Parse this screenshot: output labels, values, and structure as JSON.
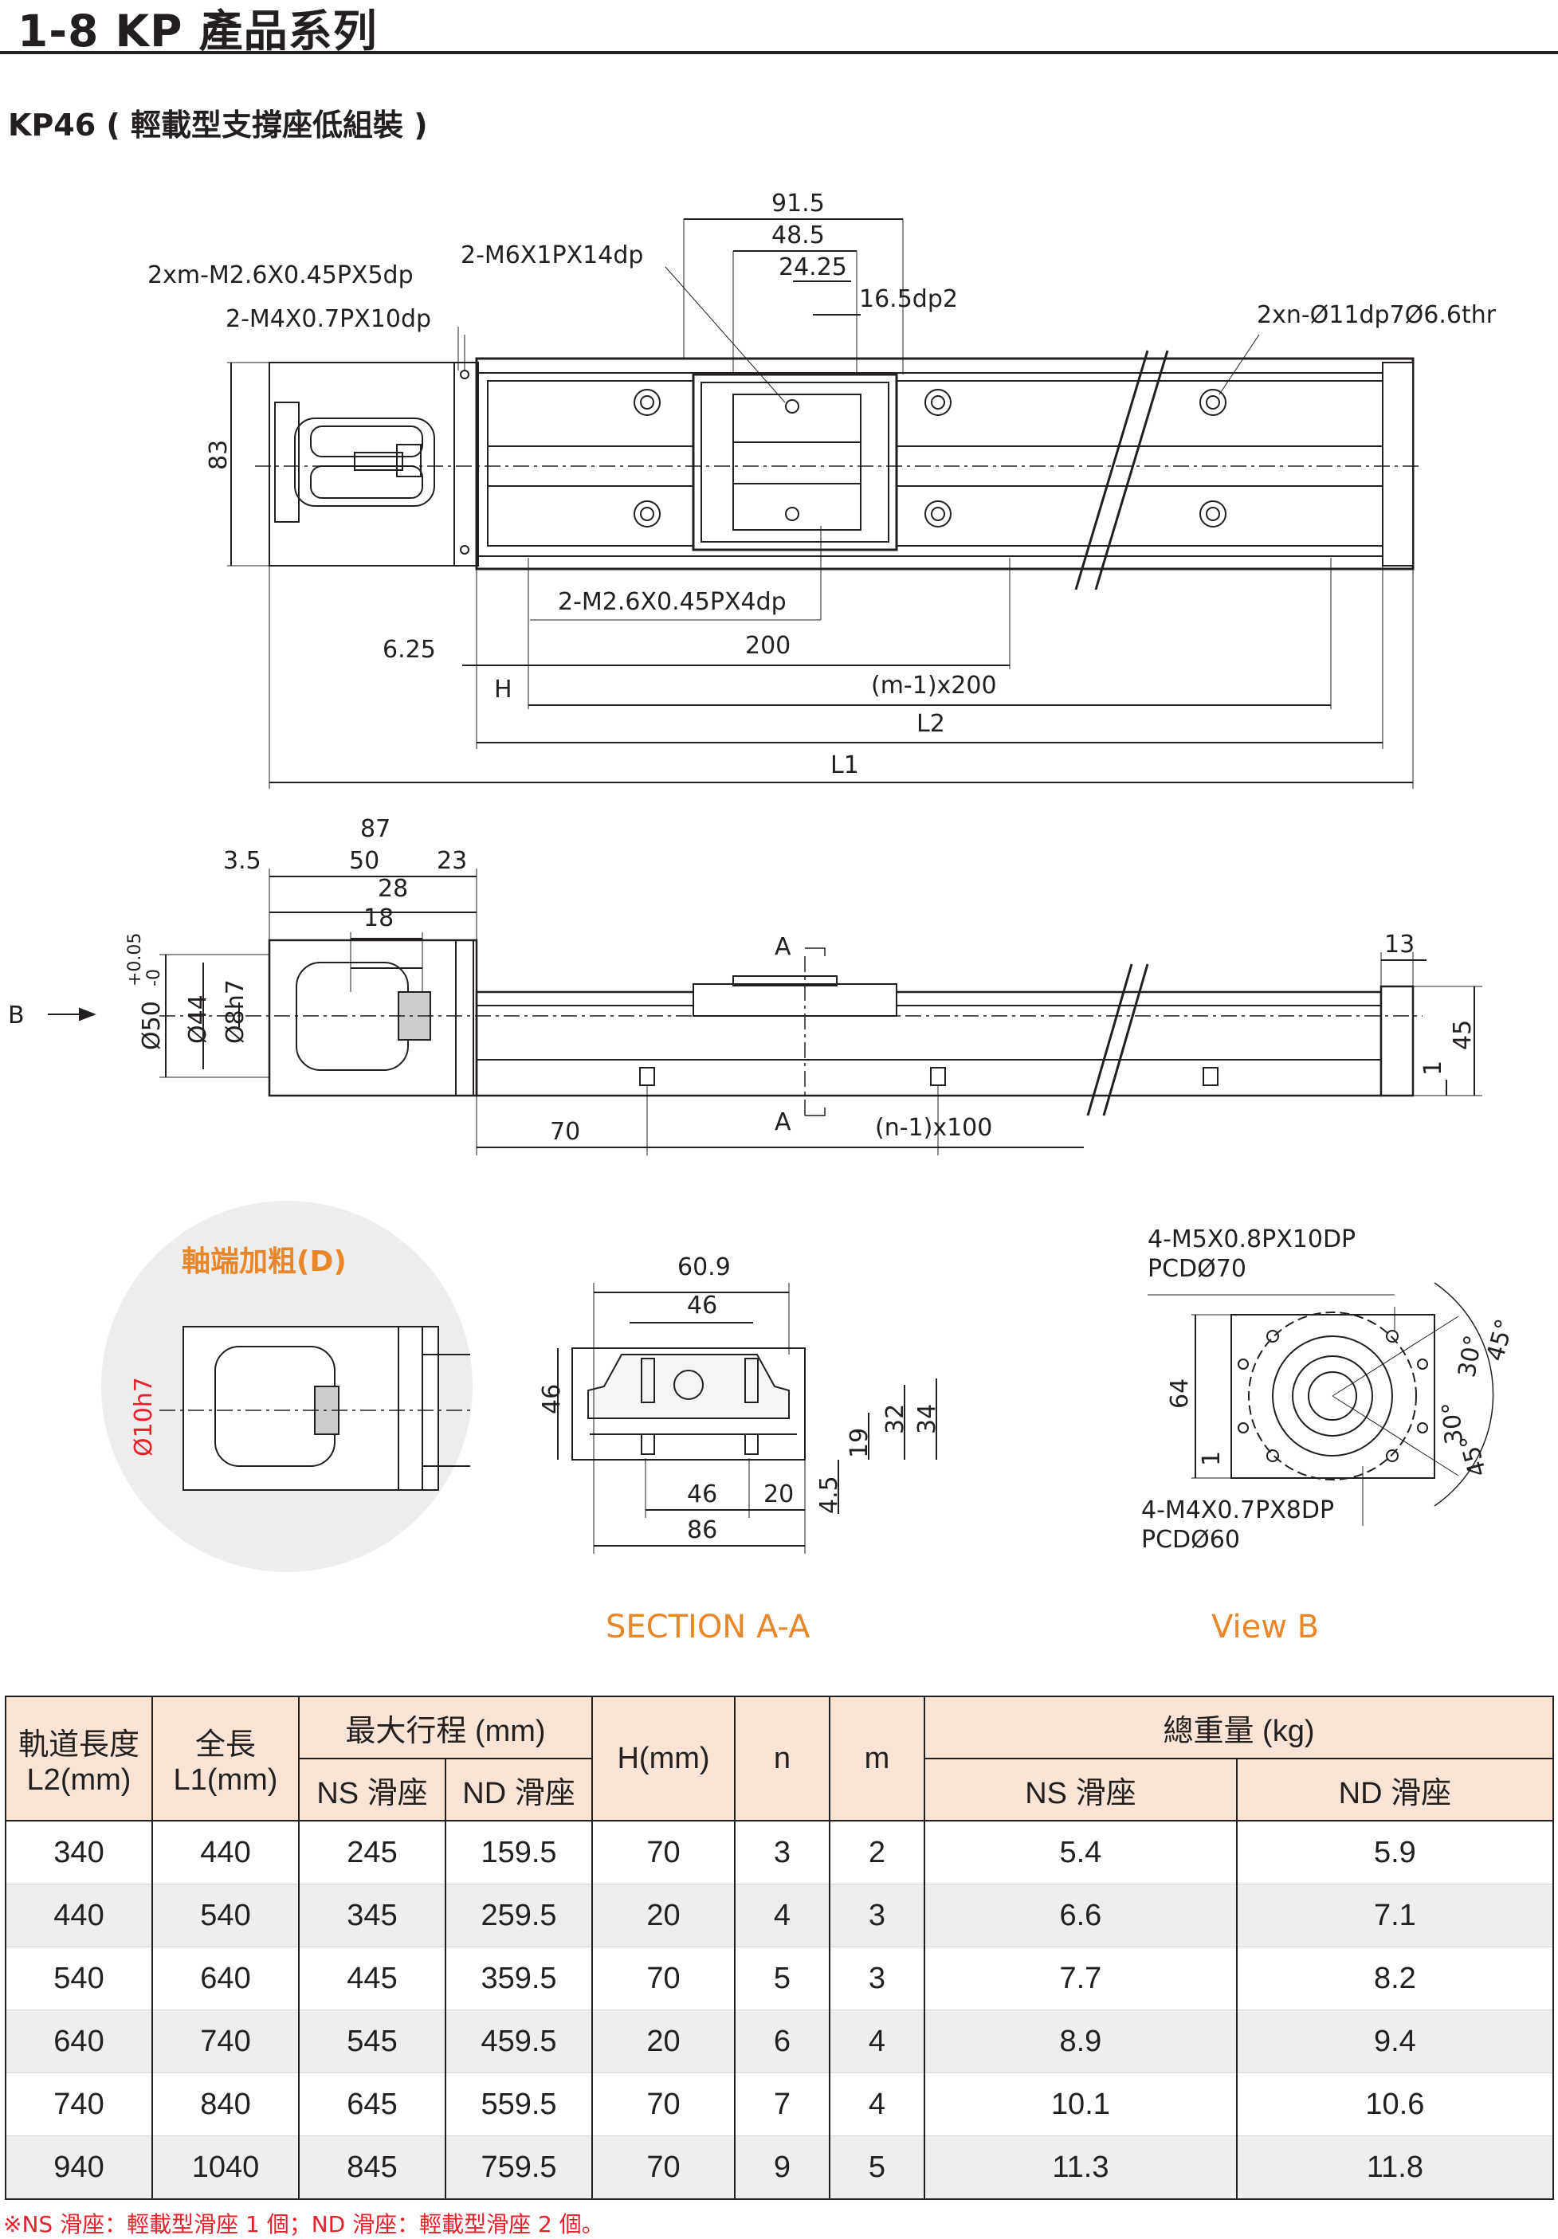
{
  "header": {
    "title": "1-8 KP 產品系列",
    "subtitle": "KP46 ( 輕載型支撐座低組裝 )"
  },
  "top_view": {
    "callouts": [
      "2xm-M2.6X0.45PX5dp",
      "2-M4X0.7PX10dp",
      "2-M6X1PX14dp",
      "2xn-Ø11dp7Ø6.6thr",
      "2-M2.6X0.45PX4dp"
    ],
    "dims": [
      "91.5",
      "48.5",
      "24.25",
      "16.5dp2",
      "83",
      "6.25",
      "200",
      "H",
      "(m-1)x200",
      "L2",
      "L1"
    ]
  },
  "side_view": {
    "dims": [
      "87",
      "3.5",
      "50",
      "23",
      "28",
      "18",
      "13",
      "45",
      "1",
      "70",
      "(n-1)x100"
    ],
    "diameters": [
      "Ø50",
      "+0.05",
      "-0",
      "Ø44",
      "Ø8h7"
    ],
    "markers": [
      "A",
      "A",
      "B"
    ]
  },
  "detail_d": {
    "title": "軸端加粗(D)",
    "dim": "Ø10h7"
  },
  "section_aa": {
    "caption": "SECTION A-A",
    "dims": [
      "60.9",
      "46",
      "46",
      "19",
      "32",
      "34",
      "46",
      "20",
      "4.5",
      "86"
    ]
  },
  "view_b": {
    "caption": "View B",
    "callout_top": [
      "4-M5X0.8PX10DP",
      "PCDØ70"
    ],
    "callout_bottom": [
      "4-M4X0.7PX8DP",
      "PCDØ60"
    ],
    "dims": [
      "64",
      "1",
      "45°",
      "30°",
      "30°",
      "45°"
    ]
  },
  "table": {
    "headers": {
      "rail_length": [
        "軌道長度",
        "L2(mm)"
      ],
      "total_length": [
        "全長",
        "L1(mm)"
      ],
      "max_stroke": "最大行程 (mm)",
      "h": "H(mm)",
      "n": "n",
      "m": "m",
      "weight": "總重量 (kg)",
      "ns": "NS 滑座",
      "nd": "ND 滑座"
    },
    "rows": [
      [
        "340",
        "440",
        "245",
        "159.5",
        "70",
        "3",
        "2",
        "5.4",
        "5.9"
      ],
      [
        "440",
        "540",
        "345",
        "259.5",
        "20",
        "4",
        "3",
        "6.6",
        "7.1"
      ],
      [
        "540",
        "640",
        "445",
        "359.5",
        "70",
        "5",
        "3",
        "7.7",
        "8.2"
      ],
      [
        "640",
        "740",
        "545",
        "459.5",
        "20",
        "6",
        "4",
        "8.9",
        "9.4"
      ],
      [
        "740",
        "840",
        "645",
        "559.5",
        "70",
        "7",
        "4",
        "10.1",
        "10.6"
      ],
      [
        "940",
        "1040",
        "845",
        "759.5",
        "70",
        "9",
        "5",
        "11.3",
        "11.8"
      ]
    ]
  },
  "footnote": "※NS 滑座：輕載型滑座 1 個；ND 滑座：輕載型滑座 2 個。",
  "colors": {
    "accent": "#e8862a",
    "red": "#e8202a",
    "header_fill": "#fbe4d5",
    "stripe": "#eeeeee"
  }
}
